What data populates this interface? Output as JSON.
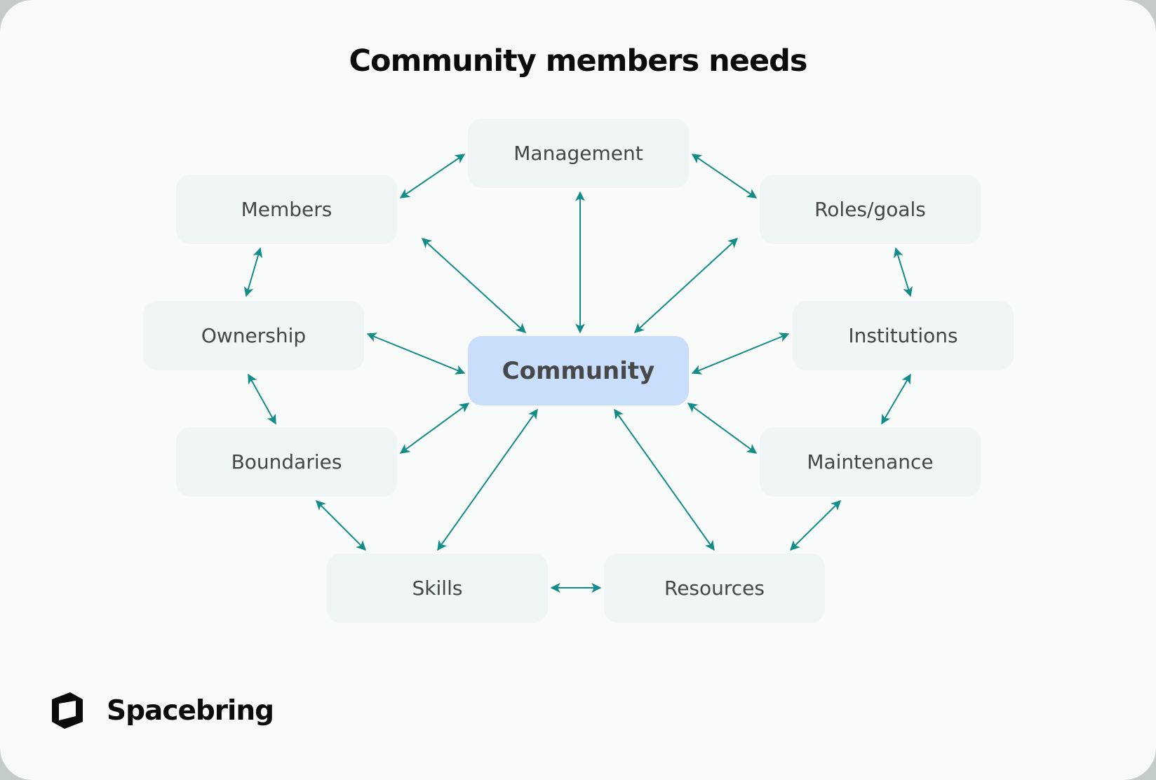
{
  "title": "Community members needs",
  "colors": {
    "arrow": "#128c88",
    "node_bg": "#f0f6f5",
    "center_bg": "#c8defb",
    "card_bg": "#f9fafa",
    "outer_bg": "#c4cbcb"
  },
  "nodes": {
    "community": "Community",
    "management": "Management",
    "members": "Members",
    "roles_goals": "Roles/goals",
    "ownership": "Ownership",
    "institutions": "Institutions",
    "boundaries": "Boundaries",
    "maintenance": "Maintenance",
    "skills": "Skills",
    "resources": "Resources"
  },
  "edges": [
    [
      "Members",
      "Management"
    ],
    [
      "Management",
      "Roles/goals"
    ],
    [
      "Management",
      "Community"
    ],
    [
      "Members",
      "Community"
    ],
    [
      "Roles/goals",
      "Community"
    ],
    [
      "Ownership",
      "Community"
    ],
    [
      "Institutions",
      "Community"
    ],
    [
      "Boundaries",
      "Community"
    ],
    [
      "Maintenance",
      "Community"
    ],
    [
      "Skills",
      "Community"
    ],
    [
      "Resources",
      "Community"
    ],
    [
      "Members",
      "Ownership"
    ],
    [
      "Ownership",
      "Boundaries"
    ],
    [
      "Boundaries",
      "Skills"
    ],
    [
      "Skills",
      "Resources"
    ],
    [
      "Resources",
      "Maintenance"
    ],
    [
      "Maintenance",
      "Institutions"
    ],
    [
      "Institutions",
      "Roles/goals"
    ]
  ],
  "brand": {
    "name": "Spacebring",
    "icon": "spacebring-logo-icon"
  }
}
